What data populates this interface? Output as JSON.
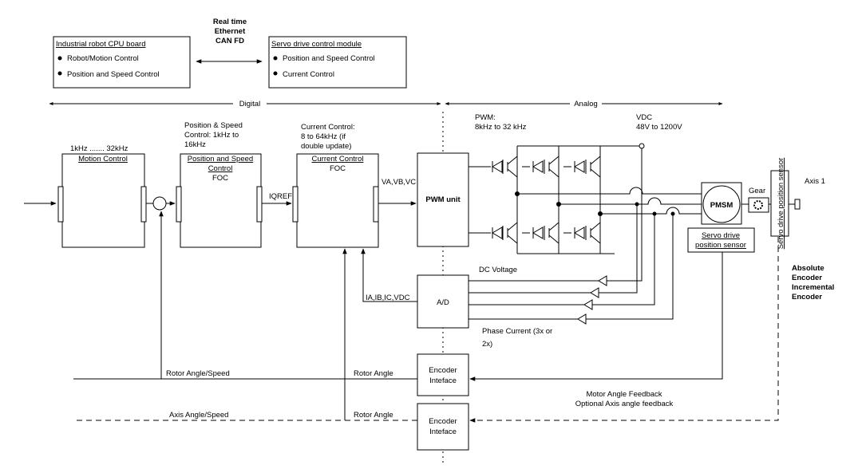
{
  "top": {
    "link": {
      "line1": "Real time",
      "line2": "Ethernet",
      "line3": "CAN FD"
    },
    "cpu_board": {
      "title": "Industrial robot CPU board",
      "items": [
        "Robot/Motion Control",
        "Position and Speed Control"
      ]
    },
    "servo_module": {
      "title": "Servo drive control module",
      "items": [
        "Position and Speed Control",
        "Current Control"
      ]
    }
  },
  "domains": {
    "digital": "Digital",
    "analog": "Analog"
  },
  "motion": {
    "rate": "1kHz ....... 32kHz",
    "title": "Motion Control"
  },
  "posspeed": {
    "note1": "Position & Speed",
    "note2": "Control: 1kHz to",
    "note3": "16kHz",
    "title1": "Position and Speed",
    "title2": "Control",
    "sub": "FOC"
  },
  "iqref": "IQREF",
  "current": {
    "note1": "Current Control:",
    "note2": "8 to 64kHz (if",
    "note3": "double update)",
    "title": "Current Control",
    "sub": "FOC"
  },
  "vabc": "VA,VB,VC",
  "pwm": {
    "unit": "PWM unit",
    "label1": "PWM:",
    "label2": "8kHz to 32 kHz"
  },
  "vdc": {
    "label1": "VDC",
    "label2": "48V to 1200V"
  },
  "ad": {
    "label": "A/D",
    "input": "IA,IB,IC,VDC",
    "dc_voltage": "DC Voltage",
    "phase1": "Phase Current (3x or",
    "phase2": "2x)"
  },
  "motor": {
    "pmsm": "PMSM",
    "gear": "Gear",
    "sensor1": "Servo drive",
    "sensor2": "position sensor",
    "axis_sensor": "Servo drive position sensor",
    "axis": "Axis 1"
  },
  "encoder_types": {
    "l1": "Absolute",
    "l2": "Encoder",
    "l3": "Incremental",
    "l4": "Encoder"
  },
  "encoders": {
    "enc1_line1": "Encoder",
    "enc1_line2": "Inteface",
    "enc2_line1": "Encoder",
    "enc2_line2": "Inteface",
    "rotor_speed": "Rotor Angle/Speed",
    "rotor_angle": "Rotor Angle",
    "axis_speed": "Axis Angle/Speed",
    "axis_rotor_angle": "Rotor Angle",
    "feedback1": "Motor Angle Feedback",
    "feedback2": "Optional Axis angle feedback"
  }
}
